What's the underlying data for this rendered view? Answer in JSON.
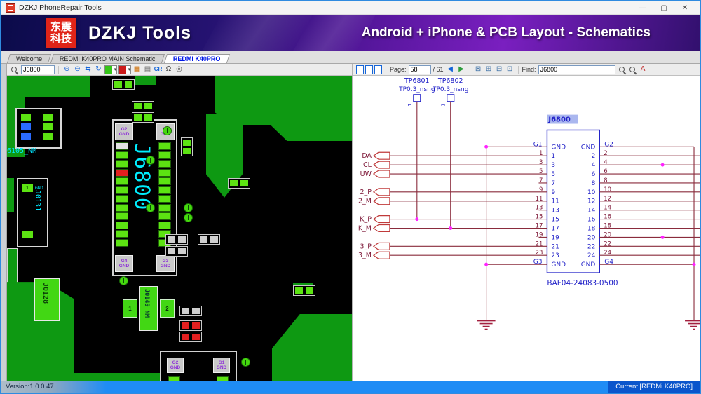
{
  "window": {
    "title": "DZKJ PhoneRepair Tools",
    "minimize": "—",
    "maximize": "▢",
    "close": "✕"
  },
  "banner": {
    "logo_line1": "东震",
    "logo_line2": "科技",
    "app_name": "DZKJ Tools",
    "tagline": "Android + iPhone & PCB Layout - Schematics"
  },
  "tabs": [
    {
      "label": "Welcome",
      "active": false
    },
    {
      "label": "REDMI K40PRO MAIN Schematic",
      "active": false
    },
    {
      "label": "REDMi K40PRO",
      "active": true
    }
  ],
  "pcb_toolbar": {
    "search_value": "J6800",
    "icons": [
      {
        "name": "zoom-in-icon",
        "glyph": "⊕",
        "color": "#1565d8"
      },
      {
        "name": "zoom-out-icon",
        "glyph": "⊖",
        "color": "#1565d8"
      },
      {
        "name": "flip-icon",
        "glyph": "⇆",
        "color": "#1565d8"
      },
      {
        "name": "rotate-icon",
        "glyph": "↻",
        "color": "#1565d8"
      },
      {
        "name": "layer-color-swatch",
        "type": "swatch",
        "swatch": "#35c518"
      },
      {
        "name": "silkscreen-color-swatch",
        "type": "swatch",
        "swatch": "#cc1a1a"
      },
      {
        "name": "grid-icon",
        "glyph": "▦",
        "color": "#d07818"
      },
      {
        "name": "layers-icon",
        "glyph": "▤",
        "color": "#707070"
      },
      {
        "name": "component-ref-icon",
        "glyph": "CR",
        "color": "#1565d8"
      },
      {
        "name": "resistance-icon",
        "glyph": "Ω",
        "color": "#333333"
      },
      {
        "name": "probe-icon",
        "glyph": "◎",
        "color": "#555555"
      }
    ]
  },
  "schem_toolbar": {
    "file_icons": [
      {
        "name": "export-page-icon",
        "type": "doc"
      },
      {
        "name": "copy-page-icon",
        "type": "doc"
      },
      {
        "name": "print-icon",
        "type": "doc"
      }
    ],
    "page_label": "Page:",
    "page_value": "58",
    "page_total": "/ 61",
    "prev_glyph": "◀",
    "next_glyph": "▶",
    "view_icons": [
      {
        "name": "fit-page-icon",
        "glyph": "⊠",
        "color": "#3a6ea5"
      },
      {
        "name": "zoom-in-icon",
        "glyph": "⊞",
        "color": "#3a6ea5"
      },
      {
        "name": "zoom-out-icon",
        "glyph": "⊟",
        "color": "#3a6ea5"
      },
      {
        "name": "fit-width-icon",
        "glyph": "⊡",
        "color": "#3a6ea5"
      }
    ],
    "find_label": "Find:",
    "find_value": "J6800",
    "find_icons": [
      {
        "name": "find-next-icon",
        "type": "mag"
      },
      {
        "name": "highlight-all-icon",
        "type": "mag"
      },
      {
        "name": "annotate-icon",
        "glyph": "A",
        "color": "#c03030"
      }
    ]
  },
  "pcb": {
    "main_connector": {
      "refdes": "J6800",
      "corner_pads": [
        {
          "name": "G2",
          "net": "GND"
        },
        {
          "name": "G1",
          "net": "GND"
        },
        {
          "name": "G4",
          "net": "GND"
        },
        {
          "name": "G3",
          "net": "GND"
        }
      ]
    },
    "bottom_connector": {
      "corner_pads": [
        {
          "name": "G2",
          "net": "GND"
        },
        {
          "name": "G1",
          "net": "GND"
        }
      ]
    },
    "labels": {
      "u6105": "6105_NM",
      "j0131": "J0131",
      "j0131_gnd": "GND",
      "j0128": "J0128",
      "j0149": "J0149_NM"
    },
    "pad_numbers": {
      "p1": "1",
      "p2": "2"
    }
  },
  "schematic": {
    "component": {
      "refdes": "J6800",
      "part_number": "BAF04-24083-0500",
      "corners": {
        "tl": "G1",
        "tr": "G2",
        "bl": "G3",
        "br": "G4"
      },
      "top_inner": [
        "GND",
        "GND"
      ],
      "bottom_inner": [
        "GND",
        "GND"
      ],
      "left_pins": [
        "1",
        "3",
        "5",
        "7",
        "9",
        "11",
        "13",
        "15",
        "17",
        "19",
        "21",
        "23"
      ],
      "right_pins": [
        "2",
        "4",
        "6",
        "8",
        "10",
        "12",
        "14",
        "16",
        "18",
        "20",
        "22",
        "24"
      ]
    },
    "testpoints": [
      {
        "refdes": "TP6801",
        "net": "TP0.3_nsng",
        "pin": "1"
      },
      {
        "refdes": "TP6802",
        "net": "TP0.3_nsng",
        "pin": "1"
      }
    ],
    "signals": [
      {
        "label": "DA",
        "pin": "1"
      },
      {
        "label": "CL",
        "pin": "3"
      },
      {
        "label": "UW",
        "pin": "5"
      },
      {
        "label": "2_P",
        "pin": "9"
      },
      {
        "label": "2_M",
        "pin": "11"
      },
      {
        "label": "K_P",
        "pin": "15"
      },
      {
        "label": "K_M",
        "pin": "17"
      },
      {
        "label": "3_P",
        "pin": "21"
      },
      {
        "label": "3_M",
        "pin": "23"
      }
    ]
  },
  "statusbar": {
    "version": "Version:1.0.0.47",
    "current": "Current [REDMi K40PRO]"
  }
}
